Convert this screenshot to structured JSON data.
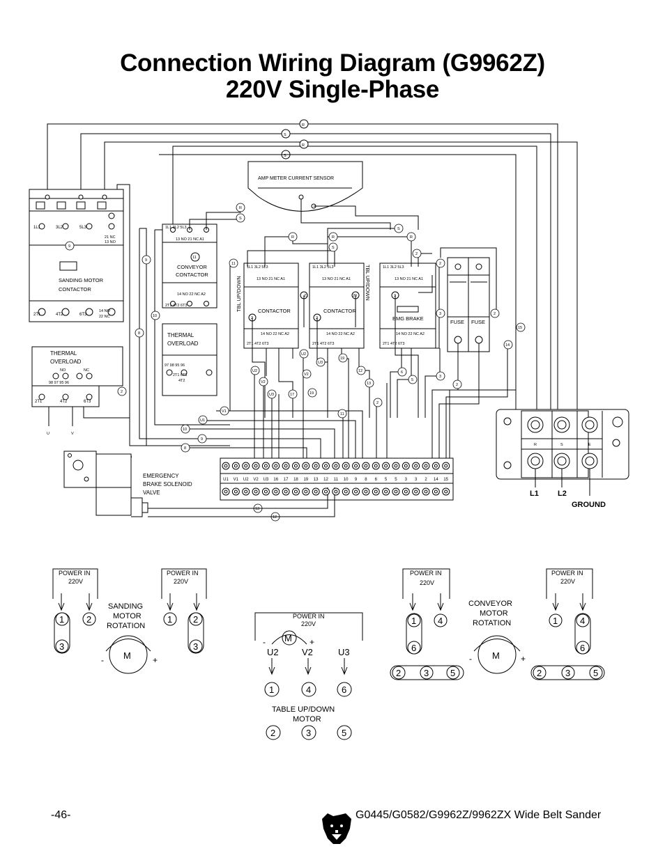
{
  "title": {
    "line1": "Connection Wiring Diagram (G9962Z)",
    "line2": "220V Single-Phase"
  },
  "labels": {
    "amp_sensor": "AMP METER CURRENT SENSOR",
    "sanding_contactor": [
      "SANDING MOTOR",
      "CONTACTOR"
    ],
    "conveyor_contactor": [
      "CONVEYOR",
      "CONTACTOR"
    ],
    "thermal_overload": [
      "THERMAL",
      "OVERLOAD"
    ],
    "contactor": "CONTACTOR",
    "emg_brake": "EMG BRAKE",
    "fuse": "FUSE",
    "tbl_updown": "TBL UP/DOWN",
    "emergency_valve": [
      "EMERGENCY",
      "BRAKE SOLENOID",
      "VALVE"
    ],
    "l1": "L1",
    "l2": "L2",
    "ground": "GROUND",
    "terminal_rse": [
      "R",
      "S",
      "E"
    ],
    "uv": [
      "U",
      "V"
    ],
    "no": "NO",
    "nc": "NC",
    "terminal_strip": [
      "U1",
      "V1",
      "U2",
      "V2",
      "U3",
      "16",
      "17",
      "18",
      "19",
      "13",
      "12",
      "11",
      "10",
      "9",
      "8",
      "6",
      "5",
      "5",
      "3",
      "3",
      "2",
      "14",
      "15"
    ]
  },
  "bottom": {
    "power_in": "POWER IN",
    "voltage": "220V",
    "sanding_rotation": [
      "SANDING",
      "MOTOR",
      "ROTATION"
    ],
    "conveyor_rotation": [
      "CONVEYOR",
      "MOTOR",
      "ROTATION"
    ],
    "table_updown": [
      "TABLE  UP/DOWN",
      "MOTOR"
    ],
    "motor": "M",
    "plus": "+",
    "minus": "-",
    "uvw": [
      "U2",
      "V2",
      "U3"
    ]
  },
  "footer": {
    "page": "-46-",
    "model": "G0445/G0582/G9962Z/9962ZX Wide Belt Sander"
  }
}
